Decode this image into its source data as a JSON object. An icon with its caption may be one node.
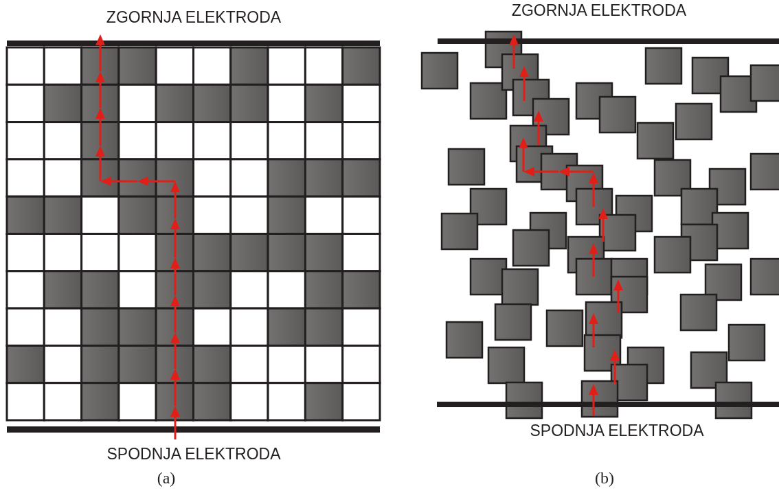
{
  "diagram": {
    "labels": [
      "ZGORNJA ELEKTRODA",
      "ZGORNJA ELEKTRODA",
      "SPODNJA ELEKTRODA",
      "SPODNJA ELEKTRODA",
      "(a)",
      "(b)"
    ]
  }
}
